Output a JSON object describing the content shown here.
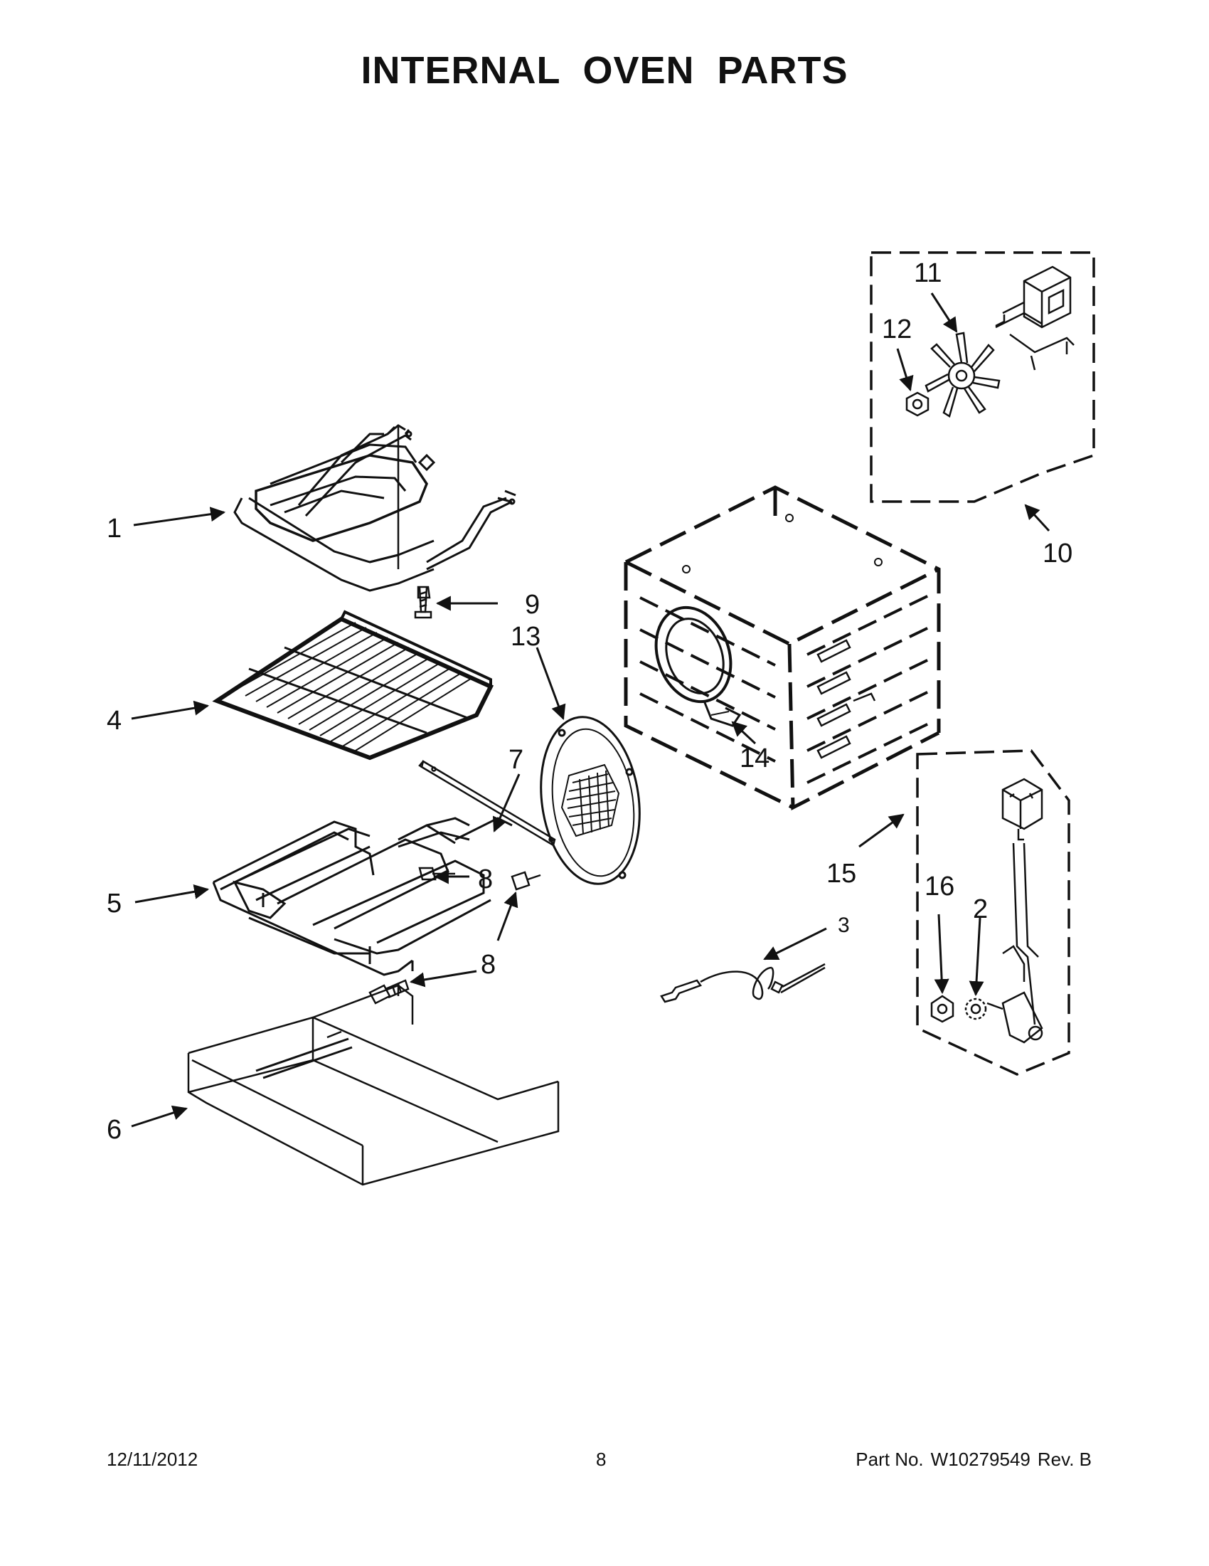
{
  "title": "INTERNAL  OVEN  PARTS",
  "callouts": {
    "c1": "1",
    "c2": "2",
    "c3": "3",
    "c4": "4",
    "c5": "5",
    "c6": "6",
    "c7": "7",
    "c8a": "8",
    "c8b": "8",
    "c9": "9",
    "c10": "10",
    "c11": "11",
    "c12": "12",
    "c13": "13",
    "c14": "14",
    "c15": "15",
    "c16": "16"
  },
  "footer": {
    "date": "12/11/2012",
    "page": "8",
    "part_label": "Part No.",
    "part_number": "W10279549",
    "revision": "Rev.  B"
  }
}
